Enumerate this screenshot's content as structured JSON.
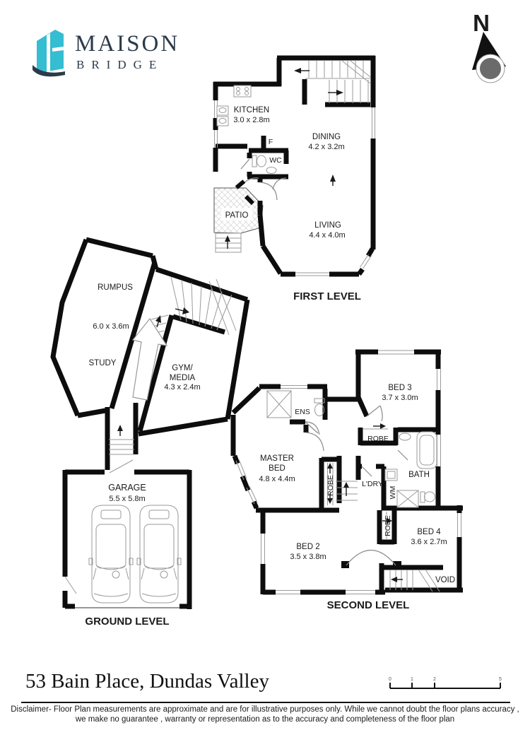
{
  "header": {
    "logo": {
      "line1": "MAISON",
      "line2": "BRIDGE"
    },
    "compass": {
      "label": "N"
    }
  },
  "levels": {
    "first": {
      "title": "FIRST LEVEL",
      "kitchen_name": "KITCHEN",
      "kitchen_dims": "3.0 x 2.8m",
      "dining_name": "DINING",
      "dining_dims": "4.2 x 3.2m",
      "wc": "WC",
      "fridge": "F",
      "patio": "PATIO",
      "living_name": "LIVING",
      "living_dims": "4.4 x 4.0m"
    },
    "ground": {
      "title": "GROUND LEVEL",
      "rumpus_name": "RUMPUS",
      "rumpus_dims": "6.0 x 3.6m",
      "study": "STUDY",
      "gym_line1": "GYM/",
      "gym_line2": "MEDIA",
      "gym_dims": "4.3 x 2.4m",
      "garage_name": "GARAGE",
      "garage_dims": "5.5 x 5.8m"
    },
    "second": {
      "title": "SECOND LEVEL",
      "master_line1": "MASTER",
      "master_line2": "BED",
      "master_dims": "4.8 x 4.4m",
      "ens": "ENS",
      "bed2_name": "BED 2",
      "bed2_dims": "3.5 x 3.8m",
      "bed3_name": "BED 3",
      "bed3_dims": "3.7 x 3.0m",
      "bed4_name": "BED 4",
      "bed4_dims": "3.6 x 2.7m",
      "bath": "BATH",
      "laundry": "L'DRY",
      "wm": "WM",
      "robe_bed3": "ROBE",
      "robe_master": "ROBE",
      "robe_bed4": "ROBE",
      "void": "VOID"
    }
  },
  "footer": {
    "address": "53 Bain Place, Dundas Valley",
    "scale_ticks": [
      "0",
      "1",
      "2",
      "5"
    ],
    "disclaimer1": "Disclaimer- Floor Plan measurements are approximate and are for illustrative purposes only. While we cannot doubt the floor plans accuracy ,",
    "disclaimer2": "we make no guarantee , warranty or representation as to the accuracy and completeness of the floor plan"
  },
  "colors": {
    "wall": "#0d0d0d",
    "thin_line": "#8a8a8a",
    "logo_teal": "#35bdd1",
    "logo_navy": "#2c3a4a",
    "compass_gray": "#6b6b6b"
  }
}
